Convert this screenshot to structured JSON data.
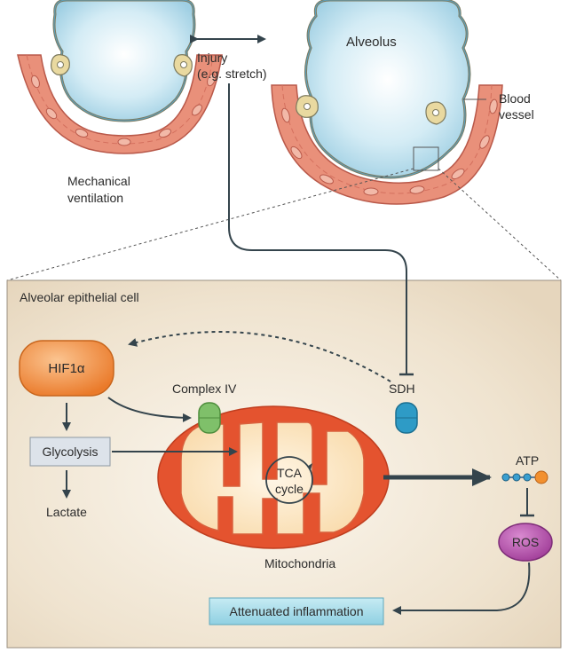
{
  "top": {
    "left_caption_line1": "Mechanical",
    "left_caption_line2": "ventilation",
    "injury_line1": "Injury",
    "injury_line2": "(e.g. stretch)",
    "alveolus_label": "Alveolus",
    "blood_vessel_line1": "Blood",
    "blood_vessel_line2": "vessel"
  },
  "cell": {
    "title": "Alveolar epithelial cell",
    "hif1a": "HIF1α",
    "glycolysis": "Glycolysis",
    "lactate": "Lactate",
    "complex_iv": "Complex IV",
    "sdh": "SDH",
    "tca_line1": "TCA",
    "tca_line2": "cycle",
    "mitochondria": "Mitochondria",
    "atp": "ATP",
    "ros": "ROS",
    "attenuated": "Attenuated inflammation"
  },
  "colors": {
    "panel_bg": "#efe3cf",
    "panel_border": "#9a8f80",
    "hif_orange": "#ef8a3c",
    "mito_outer": "#e4532f",
    "mito_inner": "#fbe3b8",
    "complex_green": "#7fc06a",
    "sdh_blue": "#2e9bc6",
    "ros_purple": "#b04aa6",
    "box_blue": "#a9dbe8",
    "glycolysis_box": "#dde3ea",
    "arrow_dark": "#34444c"
  }
}
